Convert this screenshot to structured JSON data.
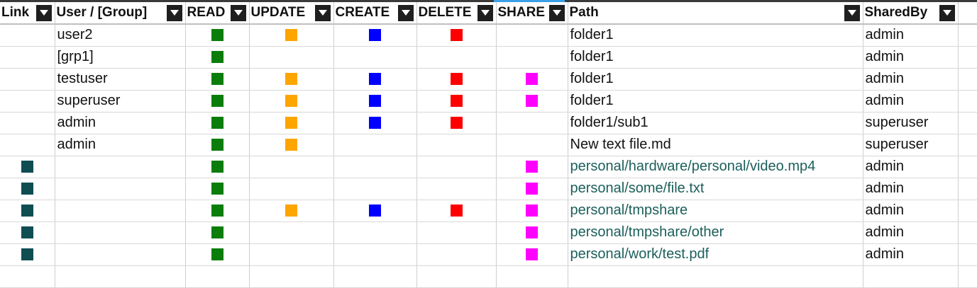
{
  "columns": [
    {
      "key": "link",
      "label": "Link"
    },
    {
      "key": "user",
      "label": "User / [Group]"
    },
    {
      "key": "read",
      "label": "READ"
    },
    {
      "key": "update",
      "label": "UPDATE"
    },
    {
      "key": "create",
      "label": "CREATE"
    },
    {
      "key": "delete",
      "label": "DELETE"
    },
    {
      "key": "share",
      "label": "SHARE"
    },
    {
      "key": "path",
      "label": "Path"
    },
    {
      "key": "sharedby",
      "label": "SharedBy"
    }
  ],
  "colors": {
    "link": "#0e4d52",
    "read": "#0b7d0b",
    "update": "#ffa500",
    "create": "#0000ff",
    "delete": "#ff0000",
    "share": "#ff00ff"
  },
  "rows": [
    {
      "link": false,
      "user": "user2",
      "read": true,
      "update": true,
      "create": true,
      "delete": true,
      "share": false,
      "path": "folder1",
      "sharedby": "admin"
    },
    {
      "link": false,
      "user": "[grp1]",
      "read": true,
      "update": false,
      "create": false,
      "delete": false,
      "share": false,
      "path": "folder1",
      "sharedby": "admin"
    },
    {
      "link": false,
      "user": "testuser",
      "read": true,
      "update": true,
      "create": true,
      "delete": true,
      "share": true,
      "path": "folder1",
      "sharedby": "admin"
    },
    {
      "link": false,
      "user": "superuser",
      "read": true,
      "update": true,
      "create": true,
      "delete": true,
      "share": true,
      "path": "folder1",
      "sharedby": "admin"
    },
    {
      "link": false,
      "user": "admin",
      "read": true,
      "update": true,
      "create": true,
      "delete": true,
      "share": false,
      "path": "folder1/sub1",
      "sharedby": "superuser"
    },
    {
      "link": false,
      "user": "admin",
      "read": true,
      "update": true,
      "create": false,
      "delete": false,
      "share": false,
      "path": "New text file.md",
      "sharedby": "superuser"
    },
    {
      "link": true,
      "user": "",
      "read": true,
      "update": false,
      "create": false,
      "delete": false,
      "share": true,
      "path": "personal/hardware/personal/video.mp4",
      "sharedby": "admin"
    },
    {
      "link": true,
      "user": "",
      "read": true,
      "update": false,
      "create": false,
      "delete": false,
      "share": true,
      "path": "personal/some/file.txt",
      "sharedby": "admin"
    },
    {
      "link": true,
      "user": "",
      "read": true,
      "update": true,
      "create": true,
      "delete": true,
      "share": true,
      "path": "personal/tmpshare",
      "sharedby": "admin"
    },
    {
      "link": true,
      "user": "",
      "read": true,
      "update": false,
      "create": false,
      "delete": false,
      "share": true,
      "path": "personal/tmpshare/other",
      "sharedby": "admin"
    },
    {
      "link": true,
      "user": "",
      "read": true,
      "update": false,
      "create": false,
      "delete": false,
      "share": true,
      "path": "personal/work/test.pdf",
      "sharedby": "admin"
    }
  ]
}
